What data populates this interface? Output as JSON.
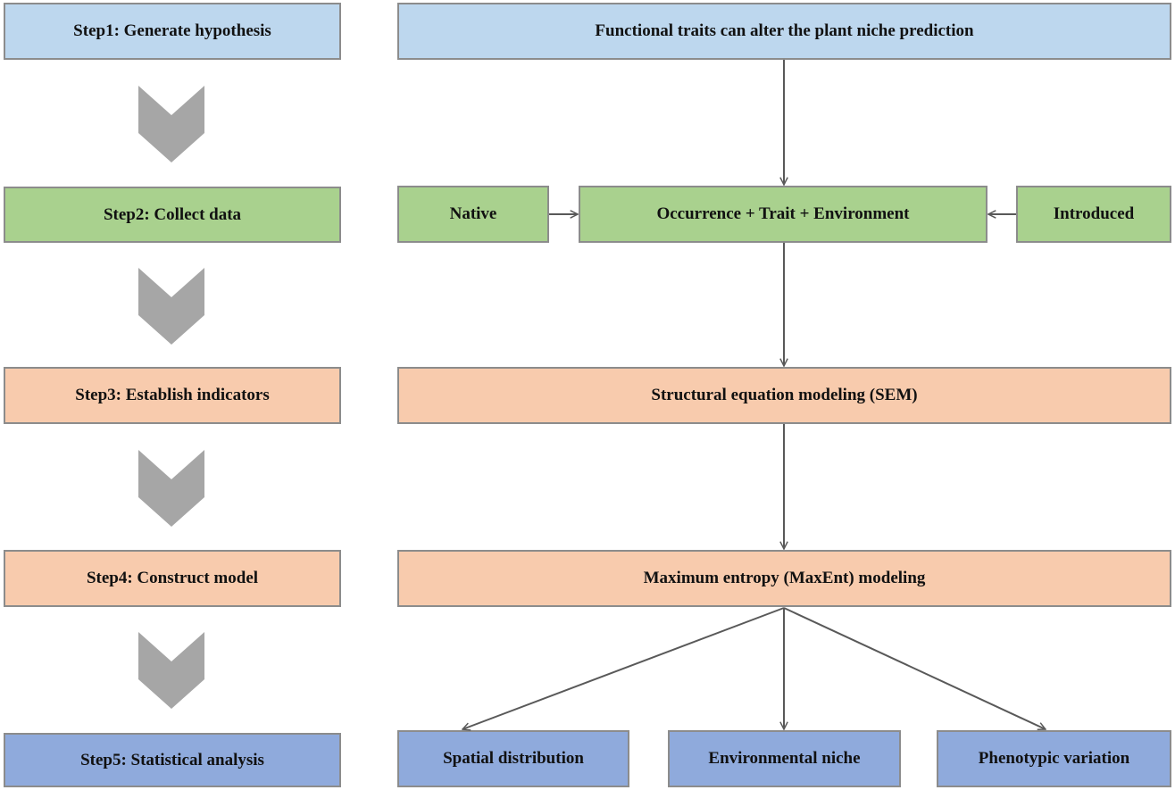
{
  "colors": {
    "hypothesis": "#bdd7ee",
    "data": "#a9d18e",
    "model": "#f8cbad",
    "analysis": "#8faadc",
    "chevron": "#a6a6a6",
    "connector": "#595959",
    "border": "#8c8c8c"
  },
  "steps": [
    {
      "label": "Step1: Generate hypothesis"
    },
    {
      "label": "Step2: Collect data"
    },
    {
      "label": "Step3: Establish indicators"
    },
    {
      "label": "Step4: Construct model"
    },
    {
      "label": "Step5: Statistical analysis"
    }
  ],
  "flow": {
    "hypothesis": "Functional traits can alter the plant niche prediction",
    "native": "Native",
    "combined_data": "Occurrence + Trait + Environment",
    "introduced": "Introduced",
    "sem": "Structural equation modeling (SEM)",
    "maxent": "Maximum entropy (MaxEnt) modeling",
    "outputs": [
      {
        "label": "Spatial distribution"
      },
      {
        "label": "Environmental niche"
      },
      {
        "label": "Phenotypic variation"
      }
    ]
  },
  "edges": [
    {
      "from": "hypothesis",
      "to": "combined_data"
    },
    {
      "from": "native",
      "to": "combined_data"
    },
    {
      "from": "introduced",
      "to": "combined_data"
    },
    {
      "from": "combined_data",
      "to": "sem"
    },
    {
      "from": "sem",
      "to": "maxent"
    },
    {
      "from": "maxent",
      "to": "spatial_distribution"
    },
    {
      "from": "maxent",
      "to": "environmental_niche"
    },
    {
      "from": "maxent",
      "to": "phenotypic_variation"
    }
  ]
}
